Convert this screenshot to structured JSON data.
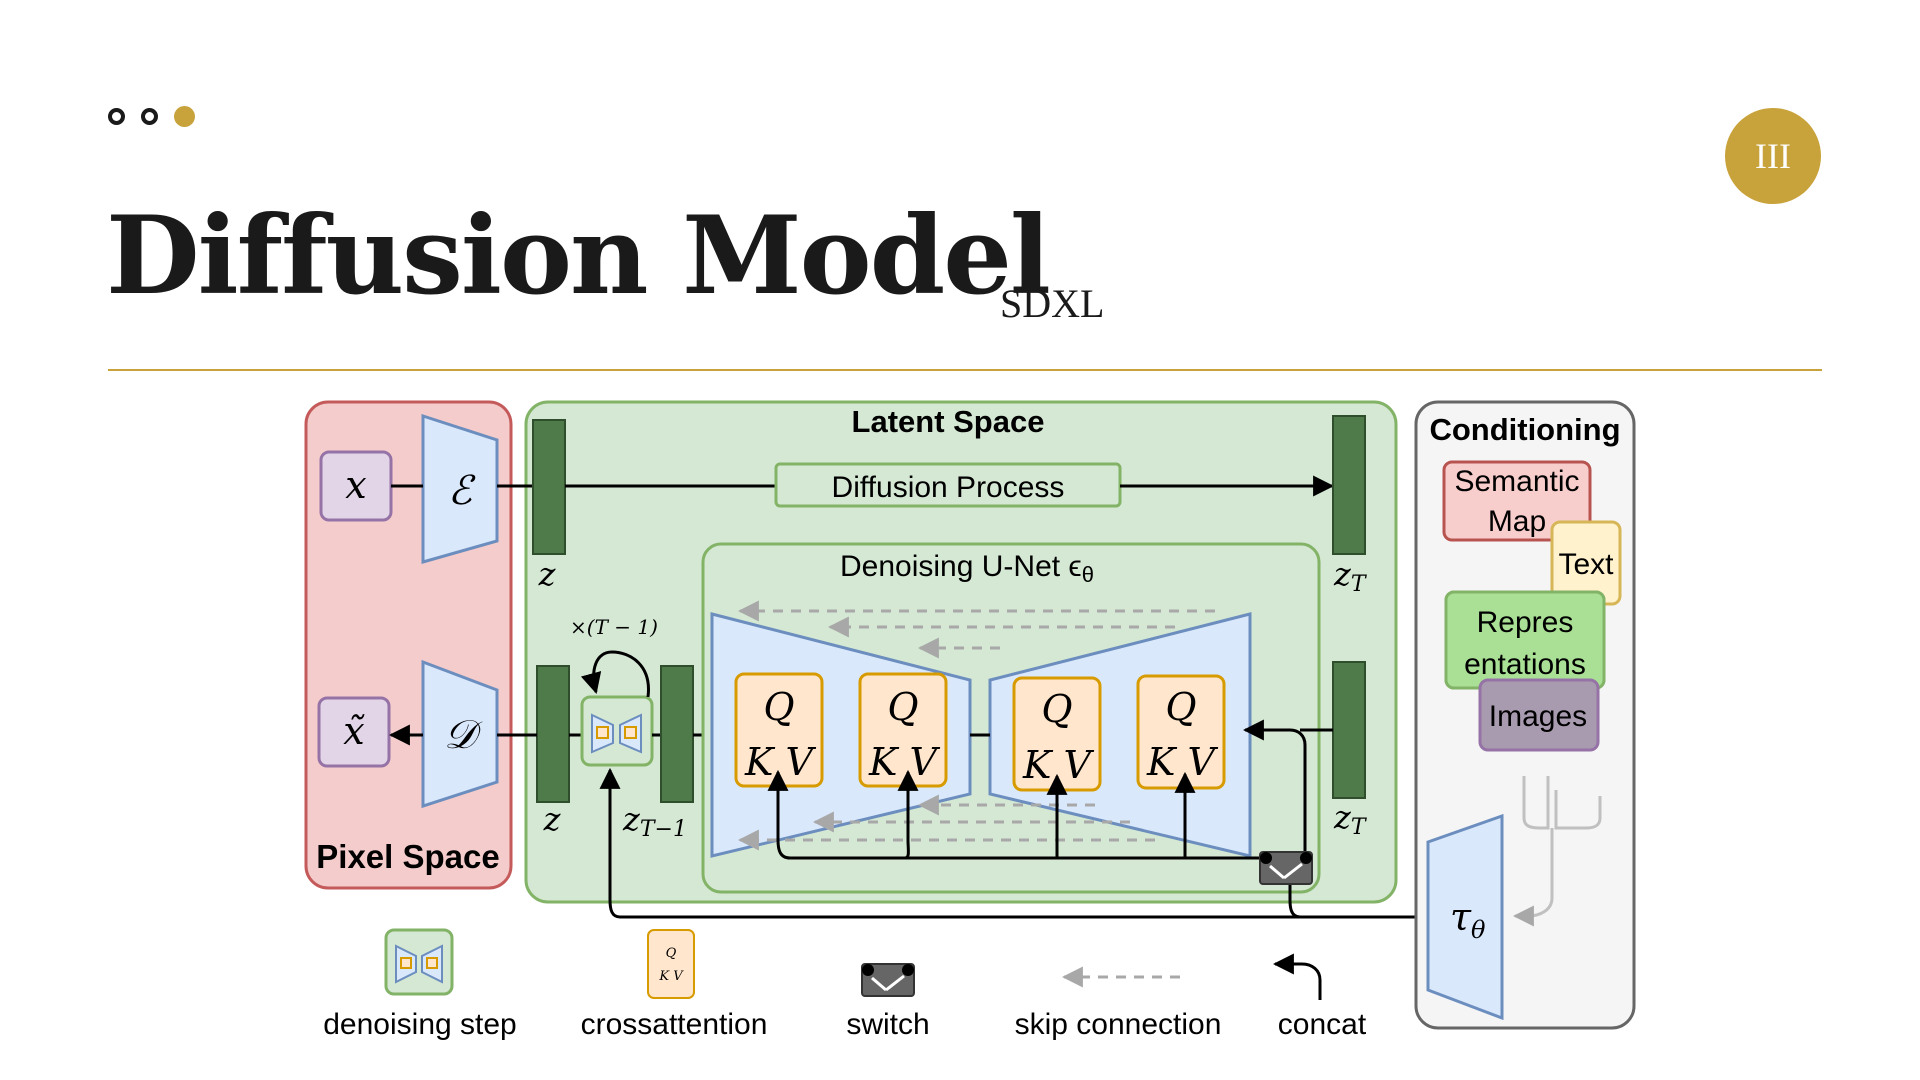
{
  "header": {
    "title": "Diffusion Model",
    "subtitle": "SDXL",
    "page_number": "III",
    "accent_color": "#c8a23a"
  },
  "diagram": {
    "pixel_space": {
      "label": "Pixel Space",
      "input": "x",
      "output": "x̃",
      "encoder": "ℰ",
      "decoder": "𝒟"
    },
    "latent_space": {
      "label": "Latent Space",
      "diffusion_process": "Diffusion Process",
      "z_top": "z",
      "zT_top": "z",
      "zT_top_sub": "T",
      "z_bottom": "z",
      "zT1": "z",
      "zT1_sub": "T−1",
      "zT_bottom": "z",
      "zT_bottom_sub": "T",
      "repeat": "×(T − 1)",
      "unet_label": "Denoising U-Net ϵ",
      "unet_sub": "θ",
      "attn_q": "Q",
      "attn_kv": "K V"
    },
    "conditioning": {
      "label": "Conditioning",
      "semantic_map": [
        "Semantic",
        "Map"
      ],
      "text": "Text",
      "representations": [
        "Repres",
        "entations"
      ],
      "images": "Images",
      "tau": "τ",
      "tau_sub": "θ"
    },
    "legend": {
      "denoising_step": "denoising step",
      "crossattention": "crossattention",
      "switch": "switch",
      "skip_connection": "skip connection",
      "concat": "concat"
    },
    "colors": {
      "pixel_fill": "#f4cccc",
      "pixel_stroke": "#c55a5a",
      "latent_fill": "#d5e8d4",
      "latent_stroke": "#82b366",
      "latent_bar": "#4f7b4a",
      "trapezoid_fill": "#dae8fc",
      "trapezoid_stroke": "#6c8ebf",
      "attn_fill": "#ffe6cc",
      "attn_stroke": "#d79b00",
      "io_fill": "#e1d5e7",
      "io_stroke": "#9673a6",
      "cond_fill": "#f5f5f5",
      "cond_stroke": "#666666"
    }
  }
}
